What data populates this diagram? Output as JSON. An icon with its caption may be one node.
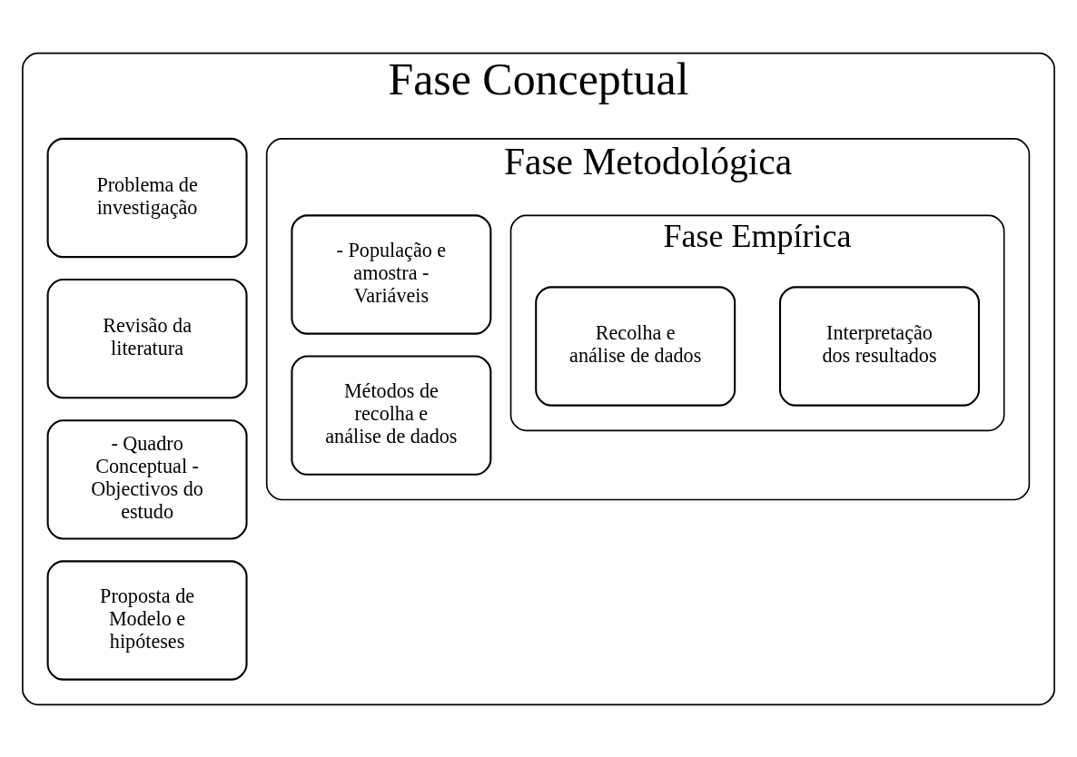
{
  "diagram": {
    "nodes": [
      {
        "text": [
          "Fase Conceptual"
        ]
      },
      {
        "text": [
          "Problema de investigação"
        ],
        "in": 0
      },
      {
        "text": [
          "Revisão da literatura"
        ],
        "in": 0
      },
      {
        "text": [
          "- Quadro Conceptual - Objectivos do estudo"
        ],
        "in": 0
      },
      {
        "text": [
          "Proposta de Modelo e hipóteses"
        ],
        "in": 0
      },
      {
        "text": [
          "Fase Metodológica"
        ],
        "in": 0
      },
      {
        "text": [
          "- População e amostra - Variáveis"
        ],
        "in": 5
      },
      {
        "text": [
          "Métodos de recolha e análise de dados"
        ],
        "in": 5
      },
      {
        "text": [
          "Fase Empírica"
        ],
        "in": 5
      },
      {
        "text": [
          "Recolha e análise de dados"
        ],
        "in": 8
      },
      {
        "text": [
          "Interpretação dos resultados"
        ],
        "in": 8
      }
    ],
    "edges": []
  }
}
